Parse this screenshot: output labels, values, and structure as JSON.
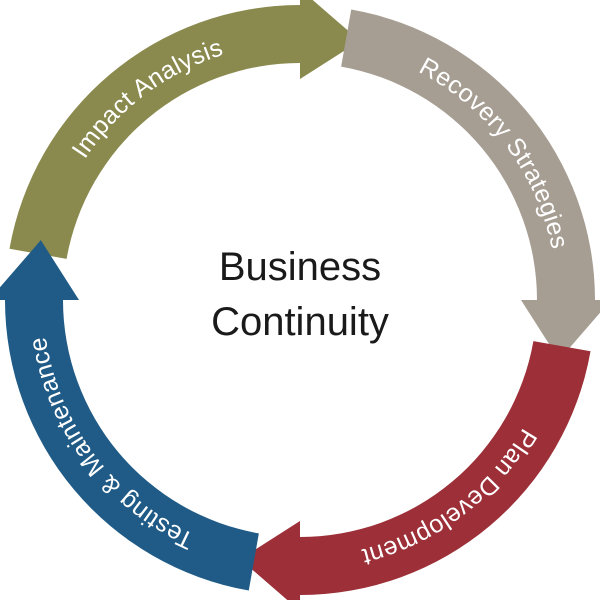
{
  "center": {
    "line1": "Business",
    "line2": "Continuity"
  },
  "segments": [
    {
      "label": "Impact Analysis",
      "color": "#8a8a4f",
      "start": 190,
      "end": 270
    },
    {
      "label": "Recovery Strategies",
      "color": "#a79e93",
      "start": 280,
      "end": 360
    },
    {
      "label": "Plan Development",
      "color": "#9c2f37",
      "start": 10,
      "end": 90
    },
    {
      "label": "Testing & Maintenance",
      "color": "#1f5b86",
      "start": 100,
      "end": 180
    }
  ]
}
